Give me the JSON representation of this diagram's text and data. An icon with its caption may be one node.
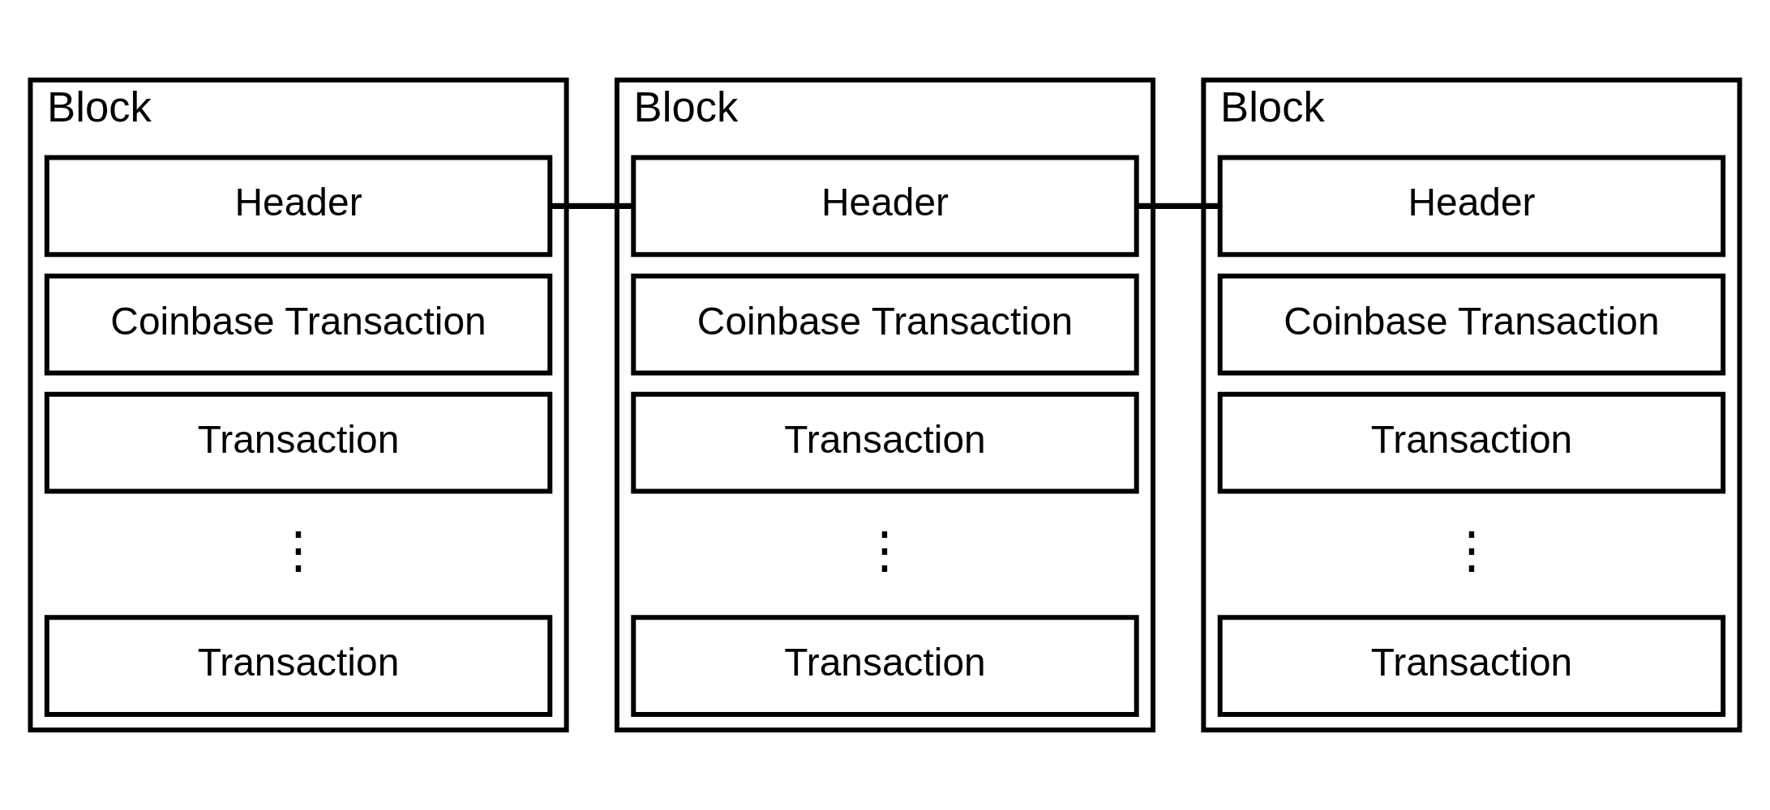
{
  "diagram": {
    "nodes": [
      {
        "text": [
          "Block"
        ]
      },
      {
        "text": [
          "Header"
        ],
        "in": 0
      },
      {
        "text": [
          "Coinbase Transaction"
        ],
        "in": 0
      },
      {
        "text": [
          "Transaction"
        ],
        "in": 0
      },
      {
        "text": [
          "Transaction"
        ],
        "in": 0
      },
      {
        "text": [
          "Block"
        ]
      },
      {
        "text": [
          "Header"
        ],
        "in": 5
      },
      {
        "text": [
          "Coinbase Transaction"
        ],
        "in": 5
      },
      {
        "text": [
          "Transaction"
        ],
        "in": 5
      },
      {
        "text": [
          "Transaction"
        ],
        "in": 5
      },
      {
        "text": [
          "Block"
        ]
      },
      {
        "text": [
          "Header"
        ],
        "in": 10
      },
      {
        "text": [
          "Coinbase Transaction"
        ],
        "in": 10
      },
      {
        "text": [
          "Transaction"
        ],
        "in": 10
      },
      {
        "text": [
          "Transaction"
        ],
        "in": 10
      }
    ],
    "edges": [
      {
        "from": 1,
        "to": 6,
        "arrow": "none"
      },
      {
        "from": 6,
        "to": 11,
        "arrow": "none"
      }
    ],
    "labels": [
      "⋮",
      "⋮",
      "⋮"
    ]
  }
}
